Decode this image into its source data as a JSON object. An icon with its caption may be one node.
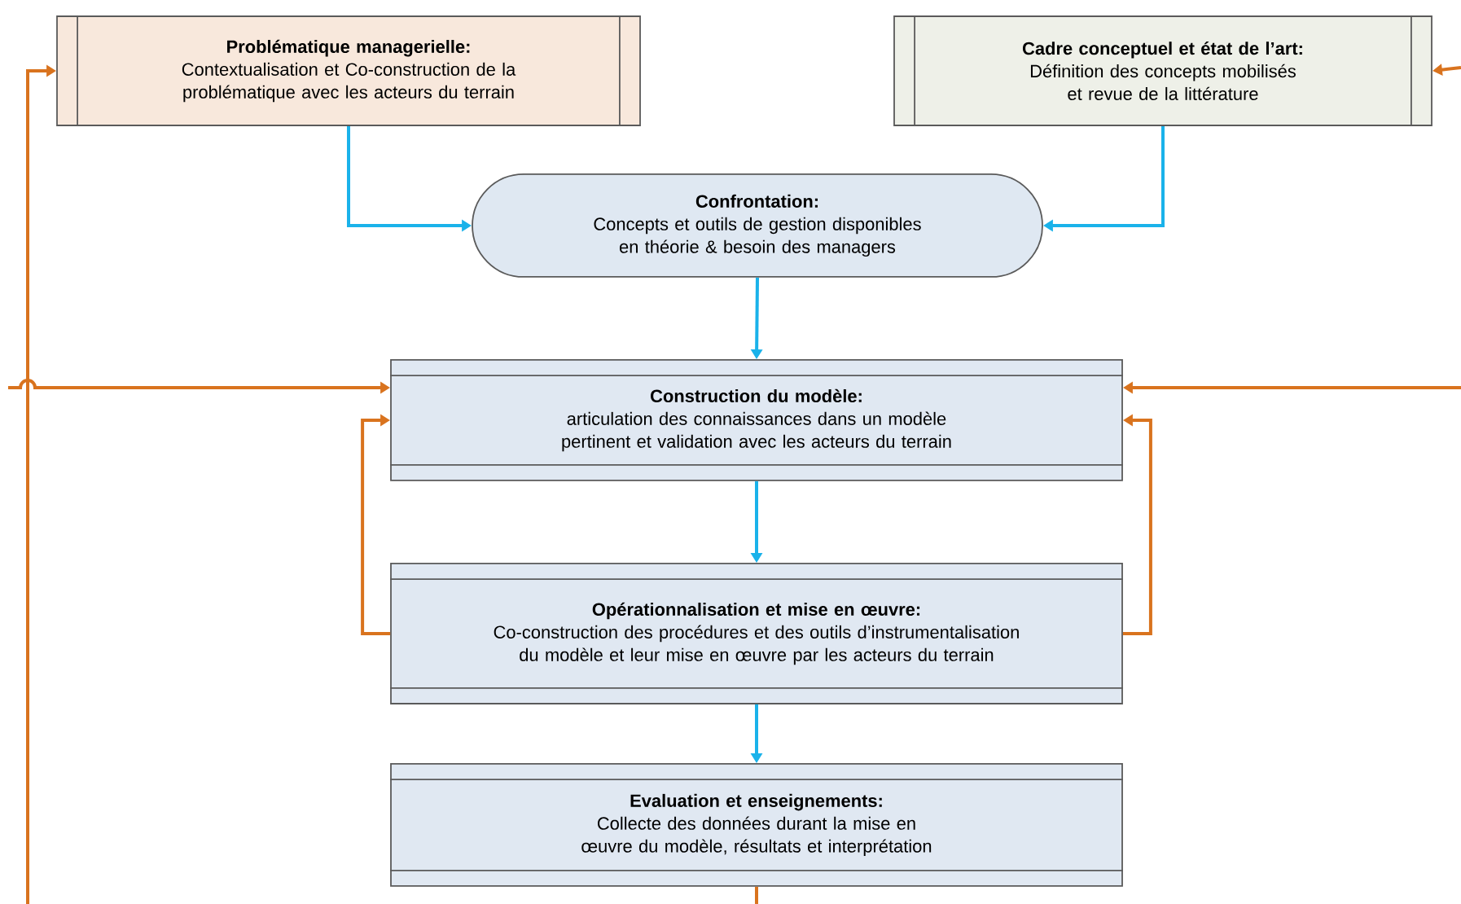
{
  "diagram": {
    "nodes": [
      {
        "text": [
          "Problématique managerielle:",
          "Contextualisation et Co-construction de la problématique avec les acteurs du terrain"
        ]
      },
      {
        "text": [
          "Cadre conceptuel et état de l’art:",
          "Définition des concepts mobilisés et revue de la littérature"
        ]
      },
      {
        "text": [
          "Confrontation:",
          "Concepts et outils de gestion disponibles en théorie & besoin des managers"
        ]
      },
      {
        "text": [
          "Construction du modèle:",
          "articulation des connaissances dans un modèle pertinent et validation avec les acteurs du terrain"
        ]
      },
      {
        "text": [
          "Opérationnalisation et mise en œuvre:",
          "Co-construction des procédures et des outils d’instrumentalisation du modèle et leur mise en œuvre par les acteurs du terrain"
        ]
      },
      {
        "text": [
          "Evaluation et enseignements:",
          "Collecte des données durant la mise en œuvre du modèle, résultats et interprétation"
        ]
      }
    ],
    "edges": [
      {
        "from": 0,
        "to": 2,
        "arrow": "to",
        "color": "#1ab2ea"
      },
      {
        "from": 1,
        "to": 2,
        "arrow": "to",
        "color": "#1ab2ea"
      },
      {
        "from": 2,
        "to": 3,
        "arrow": "to",
        "color": "#1ab2ea"
      },
      {
        "from": 3,
        "to": 4,
        "arrow": "to",
        "color": "#1ab2ea"
      },
      {
        "from": 4,
        "to": 5,
        "arrow": "to",
        "color": "#1ab2ea"
      },
      {
        "from": 4,
        "to": 3,
        "arrow": "to",
        "color": "#d9731e"
      },
      {
        "from": 4,
        "to": 3,
        "arrow": "to",
        "color": "#d9731e"
      },
      {
        "from": null,
        "to": 3,
        "arrow": "to",
        "color": "#d9731e"
      },
      {
        "from": null,
        "to": 3,
        "arrow": "to",
        "color": "#d9731e"
      },
      {
        "from": null,
        "to": 0,
        "arrow": "to",
        "color": "#d9731e"
      },
      {
        "from": null,
        "to": 1,
        "arrow": "to",
        "color": "#d9731e"
      },
      {
        "from": 5,
        "to": null,
        "arrow": "none",
        "color": "#d9731e"
      }
    ]
  }
}
